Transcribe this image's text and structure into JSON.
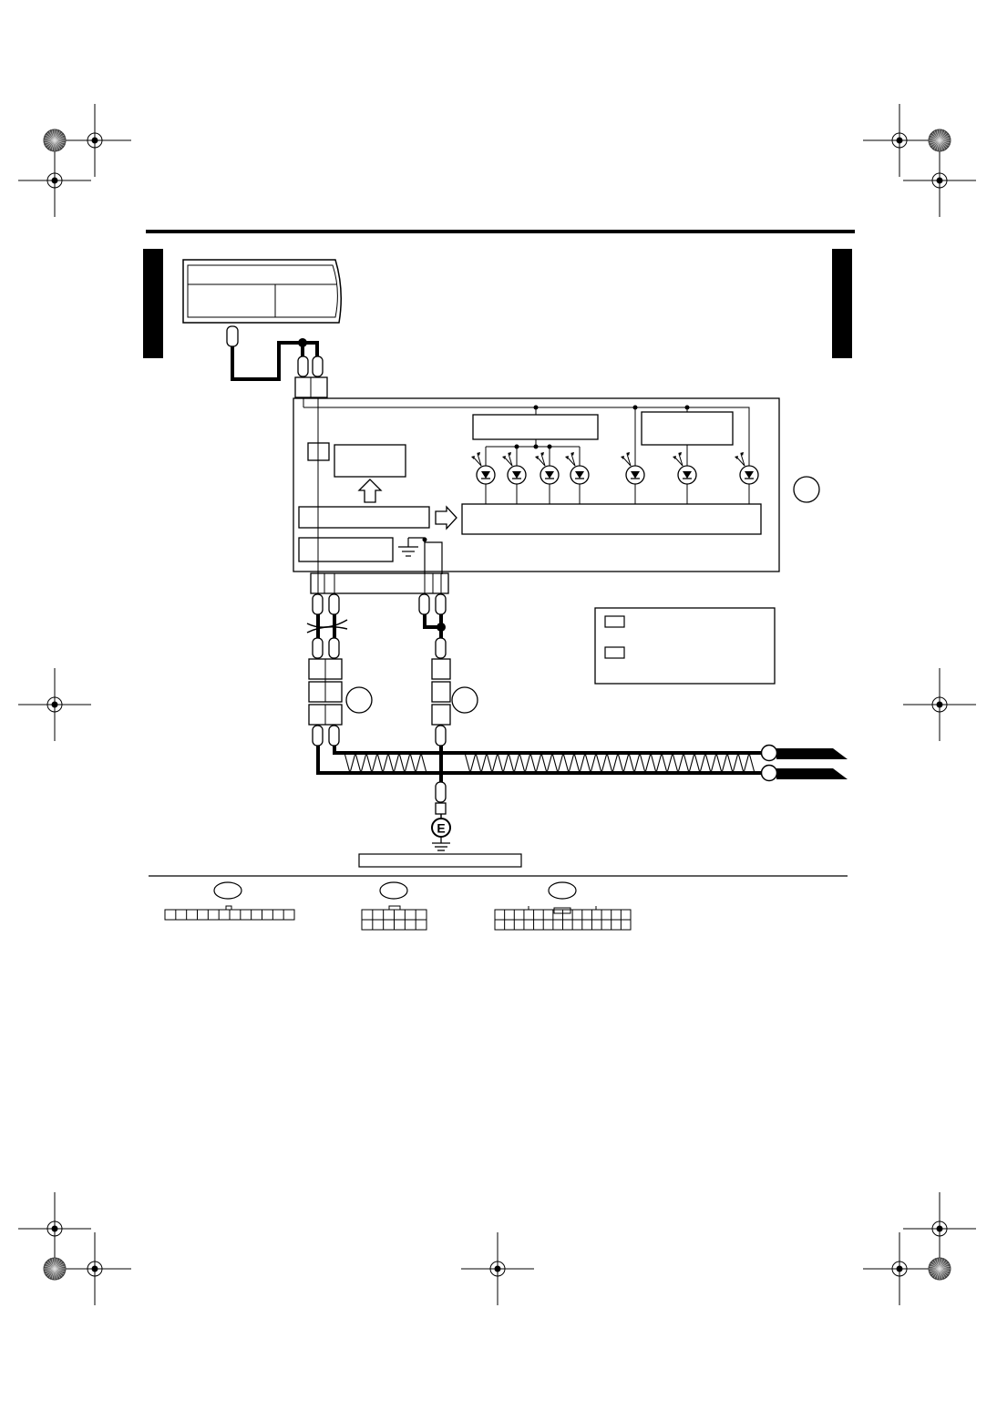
{
  "page": {
    "header_rule": true,
    "side_tabs": [
      "",
      ""
    ]
  },
  "diagram": {
    "ground_symbol_label": "E",
    "caption_box_text": "",
    "legend": {
      "items": [
        {
          "swatch": "",
          "text": ""
        },
        {
          "swatch": "",
          "text": ""
        }
      ]
    },
    "connector_ids": [
      "",
      "",
      "",
      "",
      ""
    ],
    "connector_views": [
      {
        "id": "",
        "rows": 1,
        "pins": 12
      },
      {
        "id": "",
        "rows": 2,
        "pins": 12
      },
      {
        "id": "",
        "rows": 2,
        "pins": 28
      }
    ],
    "component_labels": {
      "fuse_box_title": "",
      "fuse_left": "",
      "fuse_right": "",
      "upper_block_left": "",
      "upper_block_right": "",
      "left_box": "",
      "lower_block": "",
      "power_block": "",
      "display_block": ""
    },
    "bus_lines": 2,
    "colors": {
      "line": "#000000",
      "background": "#ffffff",
      "marks": "#555555"
    }
  }
}
